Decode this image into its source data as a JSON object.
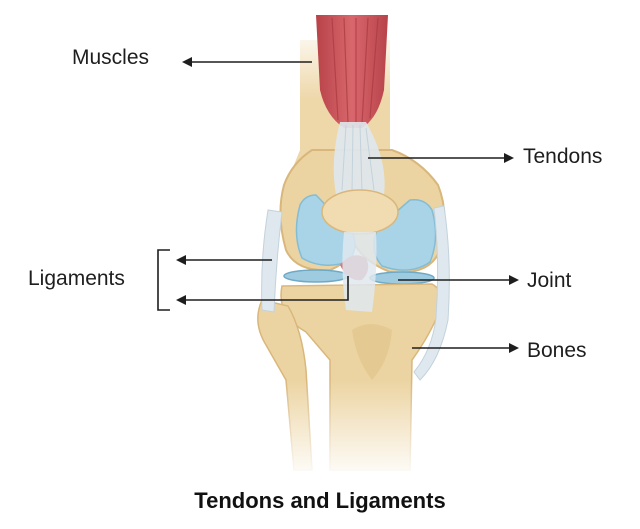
{
  "labels": {
    "muscles": "Muscles",
    "tendons": "Tendons",
    "ligaments": "Ligaments",
    "joint": "Joint",
    "bones": "Bones"
  },
  "caption": "Tendons and Ligaments",
  "colors": {
    "muscle": "#c9545a",
    "bone": "#edd7a8",
    "bone_shadow": "#d9b77c",
    "cartilage": "#a9d3e6",
    "tendon": "#dfe8ee",
    "arrow": "#1e1e1e"
  }
}
